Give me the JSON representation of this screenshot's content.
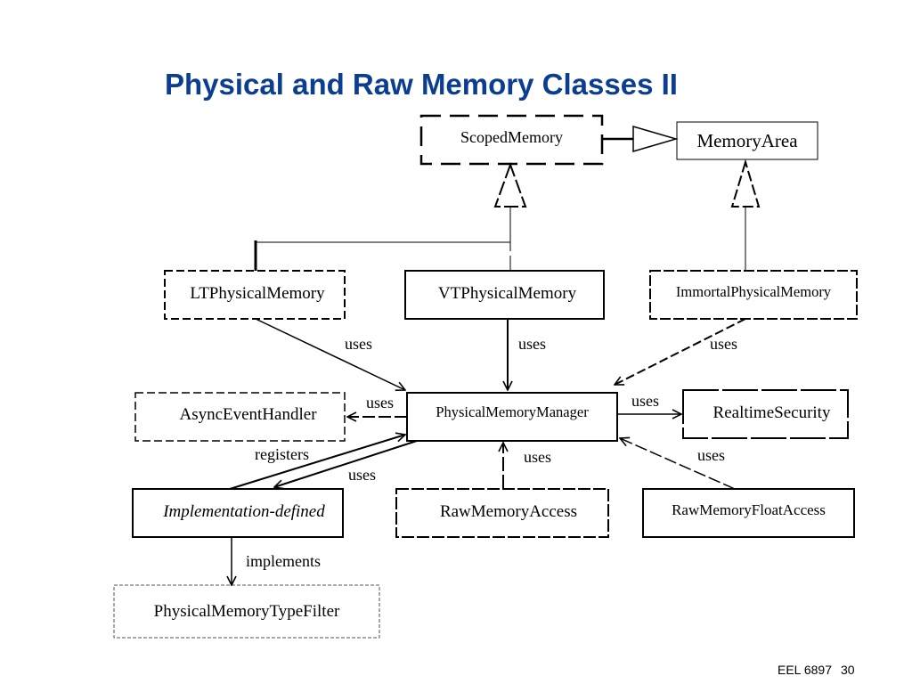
{
  "slide": {
    "title": "Physical and Raw Memory Classes II",
    "course": "EEL 6897",
    "page_number": "30",
    "title_color": "#0b3d91"
  },
  "classes": {
    "scoped_memory": "ScopedMemory",
    "memory_area": "MemoryArea",
    "lt_physical_memory": "LTPhysicalMemory",
    "vt_physical_memory": "VTPhysicalMemory",
    "immortal_physical_memory": "ImmortalPhysicalMemory",
    "async_event_handler": "AsyncEventHandler",
    "physical_memory_manager": "PhysicalMemoryManager",
    "realtime_security": "RealtimeSecurity",
    "implementation_defined": "Implementation-defined",
    "raw_memory_access": "RawMemoryAccess",
    "raw_memory_float_access": "RawMemoryFloatAccess",
    "physical_memory_type_filter": "PhysicalMemoryTypeFilter"
  },
  "relations": {
    "lt_uses": "uses",
    "vt_uses": "uses",
    "immortal_uses": "uses",
    "pmm_uses_async": "uses",
    "pmm_uses_security": "uses",
    "registers": "registers",
    "impl_uses": "uses",
    "raw_uses": "uses",
    "float_uses": "uses",
    "implements": "implements"
  }
}
